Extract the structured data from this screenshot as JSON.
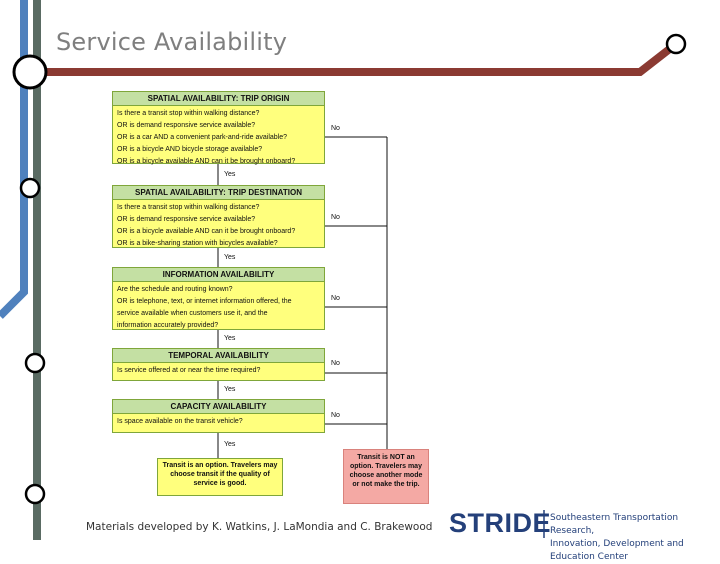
{
  "slide_title": "Service Availability",
  "boxes": [
    {
      "header": "SPATIAL AVAILABILITY: TRIP ORIGIN",
      "lines": [
        "Is there a transit stop within walking distance?",
        "OR is demand responsive service available?",
        "OR is a car AND a convenient park-and-ride available?",
        "OR is a bicycle AND bicycle storage available?",
        "OR is a bicycle available AND can it be brought onboard?"
      ],
      "no": "No",
      "yes": "Yes"
    },
    {
      "header": "SPATIAL AVAILABILITY: TRIP DESTINATION",
      "lines": [
        "Is there a transit stop within walking distance?",
        "OR is demand responsive service available?",
        "OR is a bicycle available AND can it be brought onboard?",
        "OR is a bike-sharing station with bicycles available?"
      ],
      "no": "No",
      "yes": "Yes"
    },
    {
      "header": "INFORMATION AVAILABILITY",
      "lines": [
        "Are the schedule and routing known?",
        "OR is telephone, text, or internet information offered, the",
        "service available when customers use it, and the",
        "information accurately provided?"
      ],
      "no": "No",
      "yes": "Yes"
    },
    {
      "header": "TEMPORAL AVAILABILITY",
      "lines": [
        "Is service offered at or near the time required?"
      ],
      "no": "No",
      "yes": "Yes"
    },
    {
      "header": "CAPACITY AVAILABILITY",
      "lines": [
        "Is space available on the transit vehicle?"
      ],
      "no": "No",
      "yes": "Yes"
    }
  ],
  "result_yes": "Transit is an option. Travelers may choose transit if the quality of service is good.",
  "result_no": "Transit is NOT an option. Travelers may choose another mode or not make the trip.",
  "footer": "Materials developed by K. Watkins, J. LaMondia and C. Brakewood",
  "logo": {
    "word": "STRIDE",
    "line1": "Southeastern Transportation Research,",
    "line2": "Innovation, Development and Education Center"
  },
  "colors": {
    "box_fill": "#ffff7d",
    "header_fill": "#c4e0a3",
    "no_fill": "#f4a9a4",
    "title_rail": "#8b3a32",
    "left_rail_blue": "#4f81bd",
    "left_rail_gray": "#5a6b63",
    "logo_blue": "#24407a"
  }
}
